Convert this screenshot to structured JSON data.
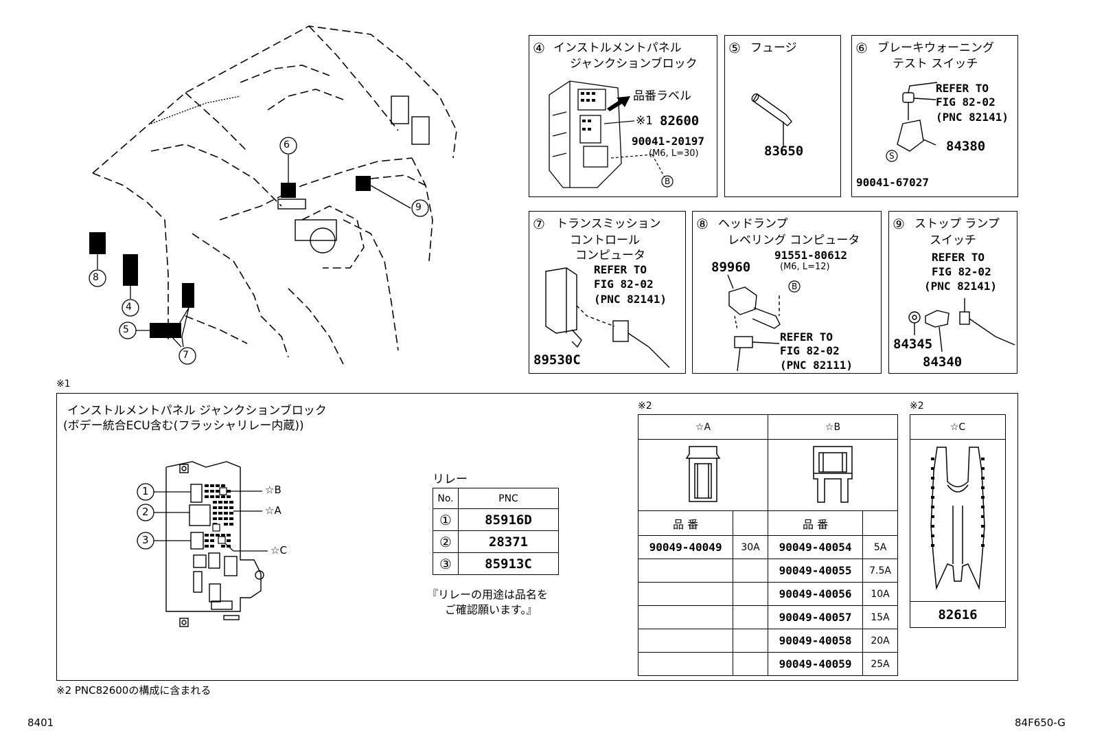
{
  "callouts": {
    "c4": {
      "num": "④",
      "title_1": "インストルメントパネル",
      "title_2": "ジャンクションブロック",
      "label_hinban": "品番ラベル",
      "ref_mark": "※1",
      "part": "82600",
      "bolt": "90041-20197",
      "bolt_spec": "(M6, L=30)",
      "circle_b": "B"
    },
    "c5": {
      "num": "⑤",
      "title": "フュージ",
      "part": "83650"
    },
    "c6": {
      "num": "⑥",
      "title_1": "ブレーキウォーニング",
      "title_2": "テスト スイッチ",
      "refer_1": "REFER TO",
      "refer_2": "FIG 82-02",
      "refer_3": "(PNC 82141)",
      "part": "84380",
      "circle_s": "S",
      "screw": "90041-67027"
    },
    "c7": {
      "num": "⑦",
      "title_1": "トランスミッション",
      "title_2": "コントロール",
      "title_3": "コンピュータ",
      "refer_1": "REFER TO",
      "refer_2": "FIG 82-02",
      "refer_3": "(PNC 82141)",
      "part": "89530C"
    },
    "c8": {
      "num": "⑧",
      "title_1": "ヘッドランプ",
      "title_2": "レベリング コンピュータ",
      "bolt": "91551-80612",
      "bolt_spec": "(M6, L=12)",
      "part": "89960",
      "circle_b": "B",
      "refer_1": "REFER TO",
      "refer_2": "FIG 82-02",
      "refer_3": "(PNC 82111)"
    },
    "c9": {
      "num": "⑨",
      "title_1": "ストップ ランプ",
      "title_2": "スイッチ",
      "refer_1": "REFER TO",
      "refer_2": "FIG 82-02",
      "refer_3": "(PNC 82141)",
      "part_a": "84345",
      "part_b": "84340"
    }
  },
  "overview": {
    "labels": [
      "⑥",
      "⑨",
      "⑧",
      "④",
      "⑤",
      "⑦"
    ]
  },
  "note1": {
    "mark": "※1",
    "title": "インストルメントパネル ジャンクションブロック",
    "subtitle": "(ボデー統合ECU含む(フラッシャリレー内蔵))",
    "jb_labels": {
      "n1": "①",
      "n2": "②",
      "n3": "③",
      "sb": "☆B",
      "sa": "☆A",
      "sc": "☆C"
    },
    "relay": {
      "heading": "リレー",
      "col_no": "No.",
      "col_pnc": "PNC",
      "rows": [
        {
          "no": "①",
          "pnc": "85916D"
        },
        {
          "no": "②",
          "pnc": "28371"
        },
        {
          "no": "③",
          "pnc": "85913C"
        }
      ],
      "note_1": "『リレーの用途は品名を",
      "note_2": "ご確認願います。』"
    },
    "fuse_table": {
      "mark": "※2",
      "col_a": "☆A",
      "col_b": "☆B",
      "hinban": "品 番",
      "a_rows": [
        {
          "part": "90049-40049",
          "amp": "30A"
        }
      ],
      "b_rows": [
        {
          "part": "90049-40054",
          "amp": "5A"
        },
        {
          "part": "90049-40055",
          "amp": "7.5A"
        },
        {
          "part": "90049-40056",
          "amp": "10A"
        },
        {
          "part": "90049-40057",
          "amp": "15A"
        },
        {
          "part": "90049-40058",
          "amp": "20A"
        },
        {
          "part": "90049-40059",
          "amp": "25A"
        }
      ]
    },
    "clip_table": {
      "mark": "※2",
      "col_c": "☆C",
      "part": "82616"
    }
  },
  "footnote": "※2 PNC82600の構成に含まれる",
  "page_left": "8401",
  "page_right": "84F650-G"
}
